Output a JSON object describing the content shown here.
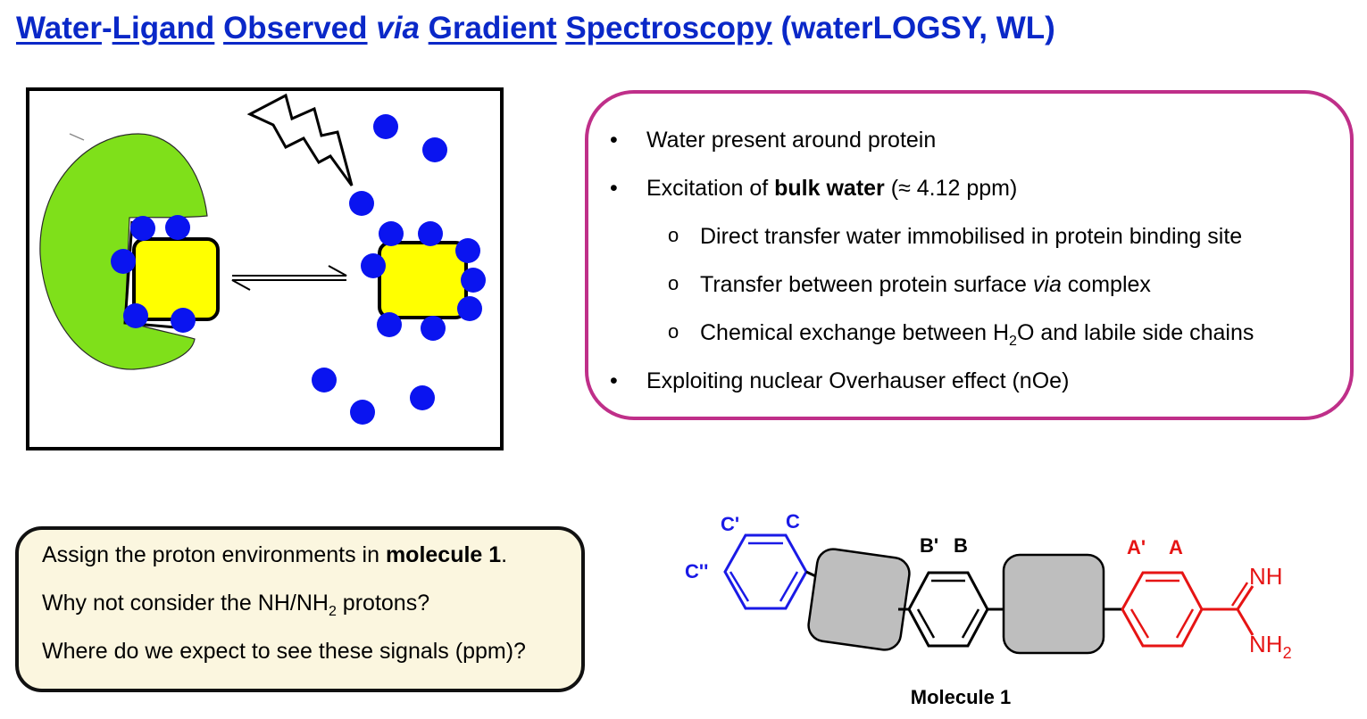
{
  "title": {
    "w1": "Water",
    "w1_sep": "-",
    "w2": "Ligand",
    "w3": "Observed",
    "w4": "via",
    "w5": "Gradient",
    "w6": "Spectroscopy",
    "w7": "(waterLOGSY, WL)"
  },
  "colors": {
    "title": "#0a28c8",
    "water": "#0a14f0",
    "protein": "#7fe01a",
    "ligand": "#ffff00",
    "bullet_border": "#bf2f89",
    "question_bg": "#fbf6df",
    "ring_c": "#1a1ae6",
    "ring_a": "#e61414",
    "grey_block": "#bebebe"
  },
  "bullets": [
    {
      "marker": "•",
      "text": "Water present around protein"
    },
    {
      "marker": "•",
      "pre": "Excitation of ",
      "bold": "bulk water",
      "post": " (≈ 4.12 ppm)"
    },
    {
      "marker": "o",
      "text": "Direct transfer water immobilised in protein binding site"
    },
    {
      "marker": "o",
      "pre": "Transfer between protein surface ",
      "italic": "via",
      "post": " complex"
    },
    {
      "marker": "o",
      "pre": "Chemical exchange between H",
      "sub": "2",
      "post": "O and labile side chains"
    },
    {
      "marker": "•",
      "text": "Exploiting nuclear Overhauser effect (nOe)"
    }
  ],
  "questions": [
    {
      "pre": "Assign the proton environments in ",
      "bold": "molecule 1",
      "post": "."
    },
    {
      "pre": "Why not consider the NH/NH",
      "sub": "2",
      "post": " protons?"
    },
    {
      "text": "Where do we expect to see these signals (ppm)?"
    }
  ],
  "molecule": {
    "label_c_prime": "C'",
    "label_c": "C",
    "label_c_dprime": "C''",
    "label_b_prime": "B'",
    "label_b": "B",
    "label_a_prime": "A'",
    "label_a": "A",
    "nh": "NH",
    "nh2": "NH",
    "nh2_sub": "2",
    "caption": "Molecule 1"
  }
}
